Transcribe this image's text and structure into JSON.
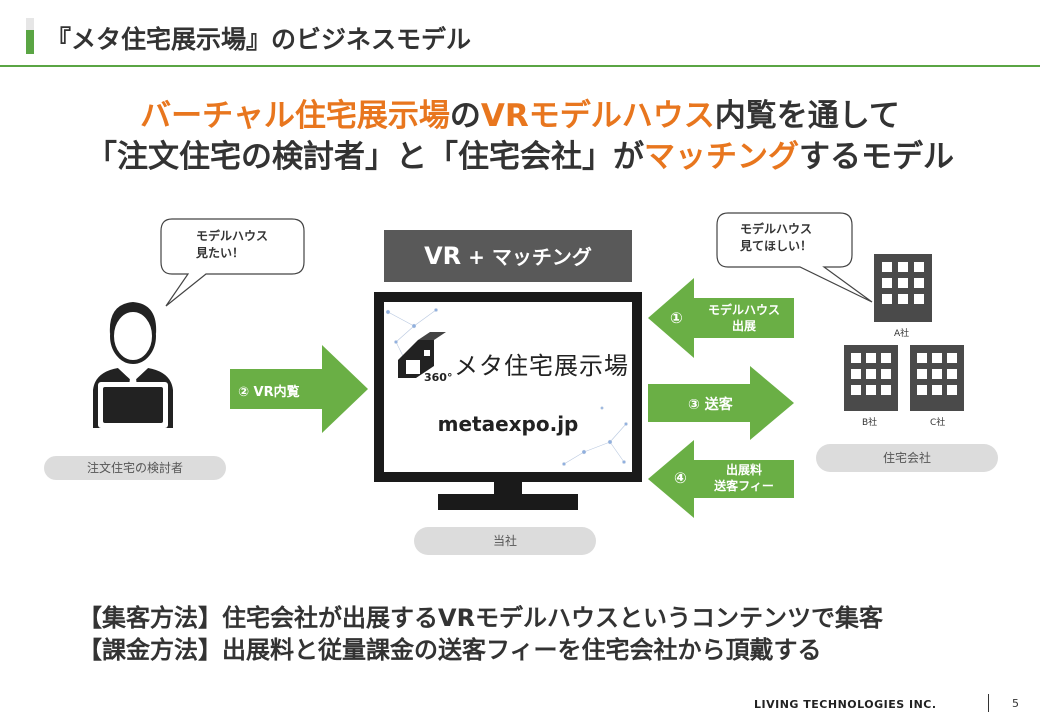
{
  "page": {
    "title": "『メタ住宅展示場』のビジネスモデル",
    "page_number": "5",
    "company": "LIVING TECHNOLOGIES INC."
  },
  "headline": {
    "line1": {
      "part1": "バーチャル住宅展示場",
      "part2": "の",
      "part3": "VRモデルハウス",
      "part4": "内覧を通して"
    },
    "line2": {
      "part1": "「注文住宅の検討者」と「住宅会社」が",
      "part2": "マッチング",
      "part3": "するモデル"
    }
  },
  "user": {
    "bubble_line1": "モデルハウス",
    "bubble_line2": "見たい！",
    "label": "注文住宅の検討者"
  },
  "center": {
    "service_prefix": "VR",
    "service_suffix": "+ マッチング",
    "site_name": "メタ住宅展示場",
    "badge": "360°",
    "url": "metaexpo.jp",
    "label": "当社"
  },
  "companies": {
    "bubble_line1": "モデルハウス",
    "bubble_line2": "見てほしい！",
    "building_a": "A社",
    "building_b": "B社",
    "building_c": "C社",
    "label": "住宅会社"
  },
  "arrows": {
    "vr_view": {
      "num": "②",
      "text": "VR内覧"
    },
    "exhibit": {
      "num": "①",
      "line1": "モデルハウス",
      "line2": "出展"
    },
    "referral": {
      "num": "③",
      "text": "送客"
    },
    "fees": {
      "num": "④",
      "line1": "出展料",
      "line2": "送客フィー"
    }
  },
  "methods": {
    "acquisition": "【集客方法】住宅会社が出展するVRモデルハウスというコンテンツで集客",
    "billing": "【課金方法】出展料と従量課金の送客フィーを住宅会社から頂戴する"
  },
  "colors": {
    "accent_green": "#5aa544",
    "accent_orange": "#e8761e",
    "dark_gray": "#595959",
    "pill_gray": "#dcdcdc"
  }
}
